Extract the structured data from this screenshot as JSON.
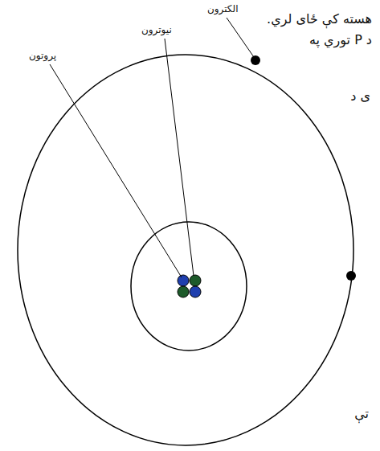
{
  "diagram": {
    "labels": [
      "الکترون",
      "نیوترون",
      "پروتون",
      "هسته کې ځای لري.",
      "د P توري په",
      "ی د",
      "تې"
    ]
  }
}
